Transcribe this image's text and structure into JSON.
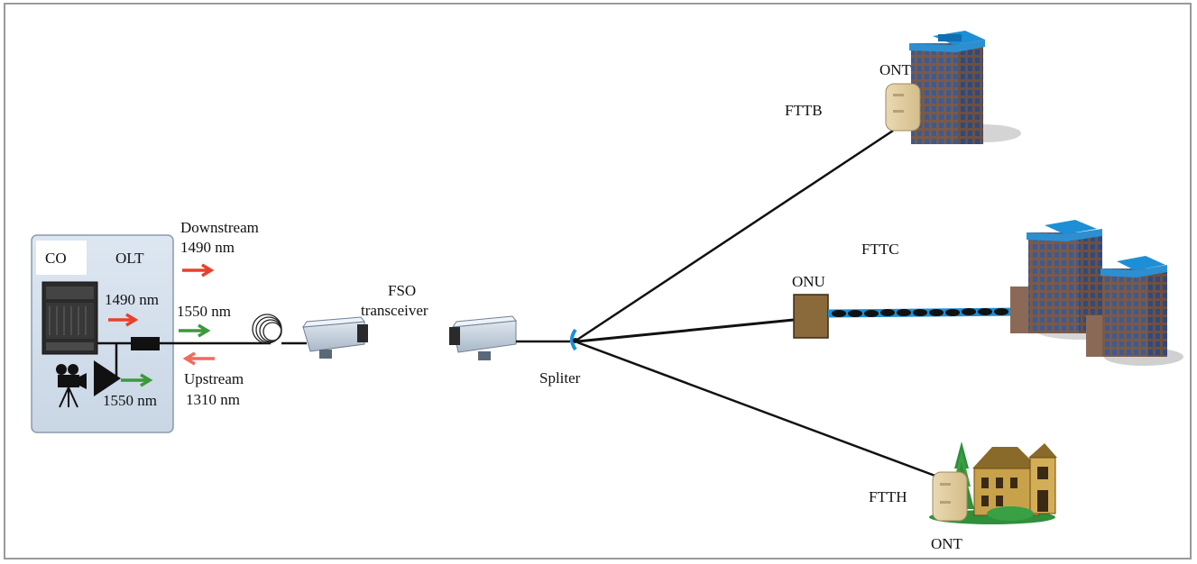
{
  "labels": {
    "co": "CO",
    "olt": "OLT",
    "downstream": "Downstream",
    "downstream_wl": "1490 nm",
    "olt_1490": "1490 nm",
    "wl_1550_top": "1550 nm",
    "upstream": "Upstream",
    "upstream_wl": "1310 nm",
    "video_1550": "1550 nm",
    "fso_line1": "FSO",
    "fso_line2": "transceiver",
    "splitter": "Spliter",
    "ont_top": "ONT",
    "fttb": "FTTB",
    "fttc": "FTTC",
    "onu": "ONU",
    "ftth": "FTTH",
    "ont_bottom": "ONT"
  },
  "colors": {
    "downstream_arrow": "#e8412a",
    "upstream_arrow": "#f06a5e",
    "video_arrow": "#3a9a3a",
    "fiber": "#111111",
    "cable_blue": "#1a8fd8",
    "building_blue": "#3b5f9a",
    "roof_blue": "#1c8fd6",
    "house_tan": "#c8a24a",
    "tree_green": "#2f8f3a"
  }
}
